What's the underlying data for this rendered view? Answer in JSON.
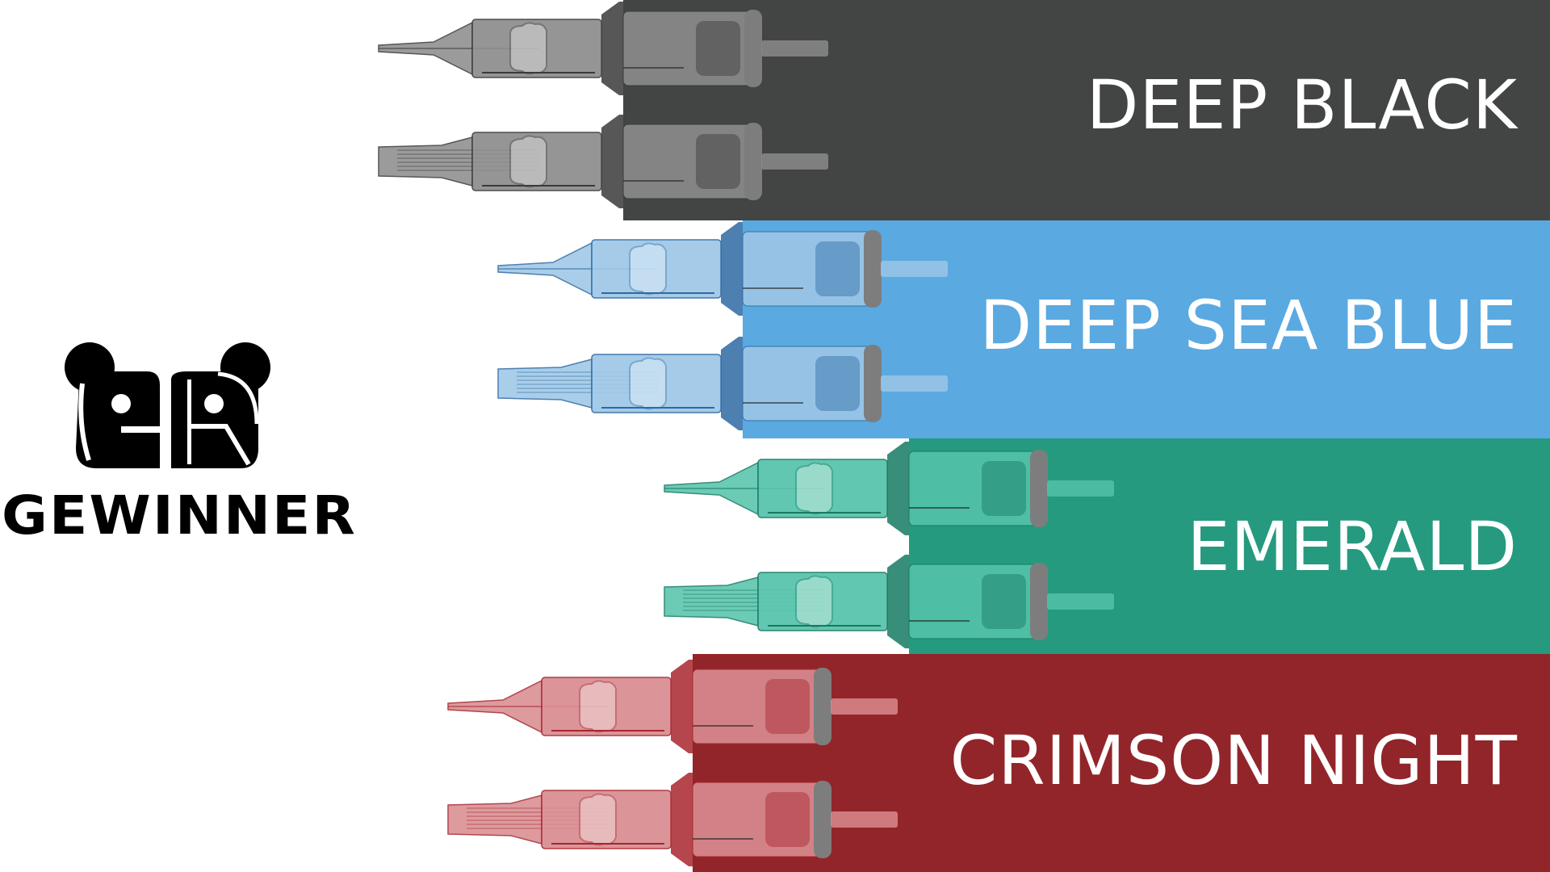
{
  "brand": {
    "name": "GEWINNER",
    "mark_letters": "eR",
    "mark_icon": "panda-ears-logo-icon"
  },
  "bands": [
    {
      "label": "DEEP BLACK",
      "color": "#434444",
      "cartridge_color": "#8a8a8a",
      "cartridge_dark": "#3a3a3a"
    },
    {
      "label": "DEEP SEA BLUE",
      "color": "#5aa9e1",
      "cartridge_color": "#9cc6e6",
      "cartridge_dark": "#2e6aa3"
    },
    {
      "label": "EMERALD",
      "color": "#259a7f",
      "cartridge_color": "#52c2a8",
      "cartridge_dark": "#167a62"
    },
    {
      "label": "CRIMSON NIGHT",
      "color": "#92252a",
      "cartridge_color": "#d88a8e",
      "cartridge_dark": "#a8262e"
    }
  ],
  "cartridges": [
    {
      "type": "round-liner",
      "icon": "needle-cartridge-round-icon"
    },
    {
      "type": "magnum",
      "icon": "needle-cartridge-magnum-icon"
    }
  ]
}
